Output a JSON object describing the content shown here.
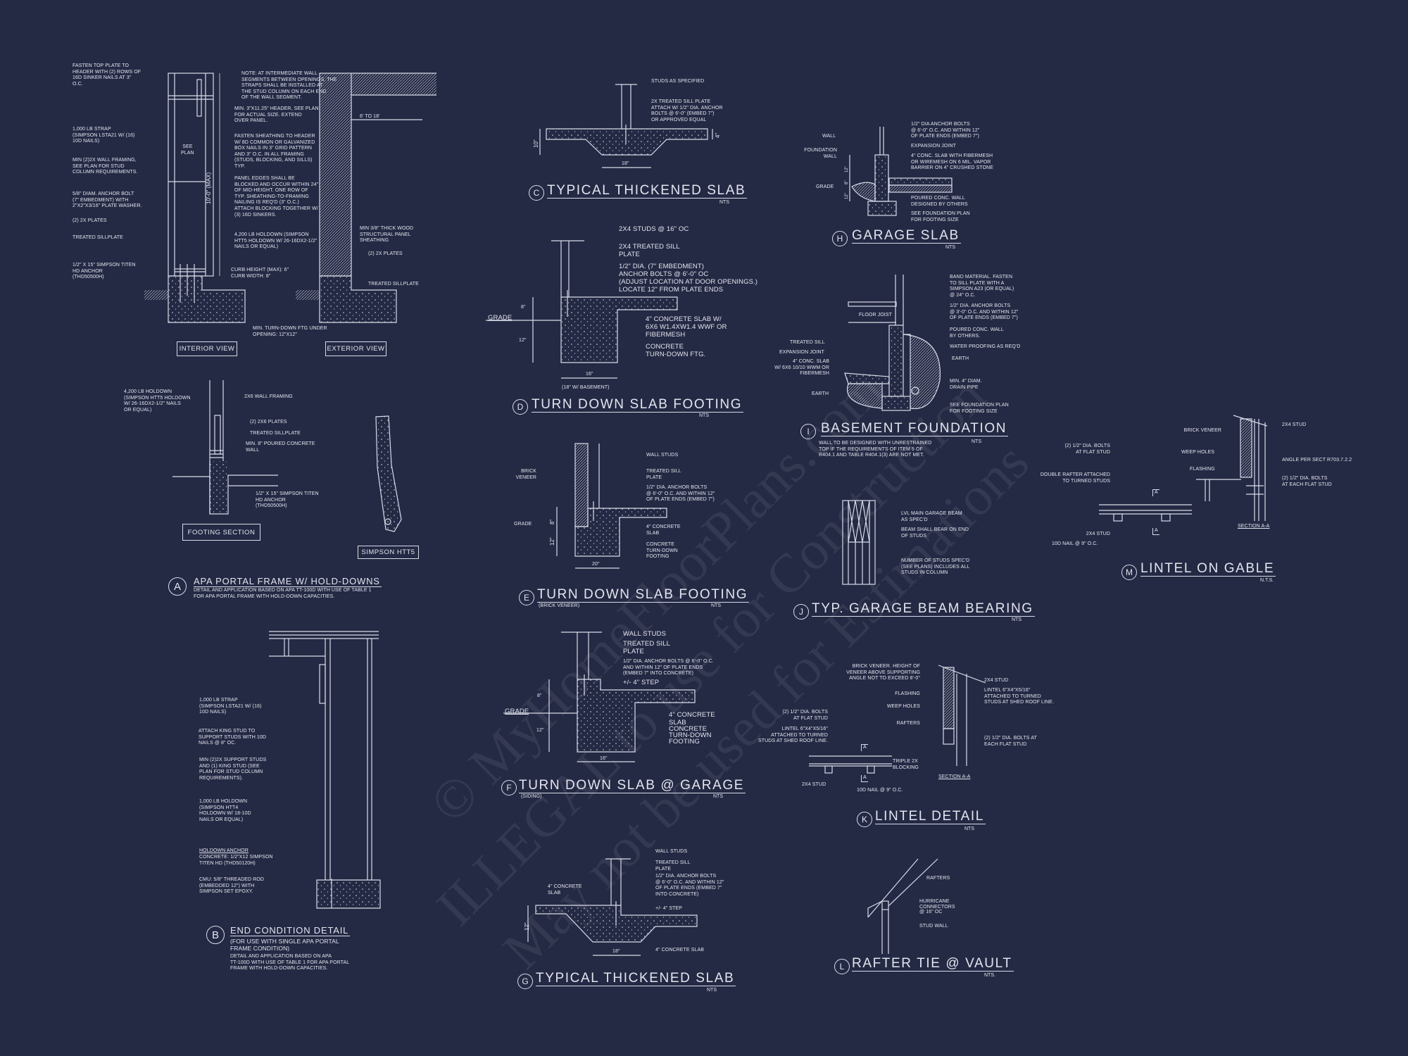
{
  "colors": {
    "background": "#252a44",
    "linework": "#d9dce8"
  },
  "watermark": [
    "© MyHomeFloorPlans.com",
    "ILLEGAL to use for Construction",
    "May not be used for Estimations"
  ],
  "sections": {
    "a": {
      "letter": "A",
      "title": "APA PORTAL FRAME W/ HOLD-DOWNS",
      "desc": "DETAIL AND APPLICATION BASED ON APA TT-100D WITH USE OF TABLE 1\nFOR APA PORTAL FRAME WITH HOLD-DOWN CAPACITIES.",
      "labels": [
        "FASTEN TOP PLATE TO\nHEADER WITH (2) ROWS OF\n16d SINKER NAILS AT 3\"\nO.C.",
        "NOTE: AT INTERMEDIATE WALL\nSEGMENTS BETWEEN OPENINGS, THE\nSTRAPS SHALL BE INSTALLED AT\nTHE STUD COLUMN ON EACH END\nOF THE WALL SEGMENT.",
        "MIN. 3\"x11.25\" HEADER, SEE PLAN\nFOR ACTUAL SIZE. EXTEND\nOVER PANEL.",
        "1,000 LB STRAP\n(SIMPSON LSTA21 W/ (16)\n10d NAILS)",
        "SEE\nPLAN",
        "MIN (2)2X WALL FRAMING,\nSEE PLAN FOR STUD\nCOLUMN REQUIREMENTS.",
        "FASTEN SHEATHING TO HEADER\nW/ 8d COMMON OR GALVANIZED\nBOX NAILS IN 3\" GRID PATTERN\nAND 3\" O.C. IN ALL FRAMING\n(STUDS, BLOCKING, AND SILLS)\nTYP.",
        "5/8\" DIAM. ANCHOR BOLT\n(7\" EMBEDMENT) WITH\n2\"x2\"x3/16\" PLATE WASHER.",
        "PANEL EDGES SHALL BE\nBLOCKED AND OCCUR WITHIN 24\"\nOF MID-HEIGHT. ONE ROW OF\nTYP. SHEATHING-TO-FRAMING\nNAILING IS REQ'D (3\" O.C.)\nATTACH BLOCKING TOGETHER W/\n(3) 16d SINKERS.",
        "6' TO 18'",
        "(2) 2x PLATES",
        "TREATED SILLPLATE",
        "4,200 LB HOLDOWN (SIMPSON\nHTT5 HOLDOWN W/ 26-16dx2-1/2\"\nNAILS OR EQUAL)",
        "MIN 3/8\" THICK WOOD\nSTRUCTURAL PANEL\nSHEATHING",
        "(2) 2x PLATES",
        "1/2\" x 15\" SIMPSON TITEN\nHD ANCHOR\n(THD50500H)",
        "CURB HEIGHT (MAX): 6\"\nCURB WIDTH: 8\"",
        "TREATED SILLPLATE",
        "MIN. TURN-DOWN FTG UNDER\nOPENING: 12\"x12\"",
        "4,200 LB HOLDOWN\n(SIMPSON HTT5 HOLDOWN\nW/ 26-16dx2-1/2\" NAILS\nOR EQUAL)",
        "2x6 WALL FRAMING",
        "(2) 2x6 PLATES",
        "TREATED SILLPLATE",
        "MIN. 8\" POURED CONCRETE\nWALL",
        "1/2\" x 15\" SIMPSON TITEN\nHD ANCHOR\n(THD50500H)"
      ],
      "dim": "10'-0\" (MAX)",
      "boxes": [
        "INTERIOR VIEW",
        "EXTERIOR VIEW",
        "FOOTING SECTION",
        "SIMPSON HTT5"
      ]
    },
    "b": {
      "letter": "B",
      "title": "END CONDITION DETAIL",
      "desc": "(FOR USE WITH SINGLE APA PORTAL\nFRAME CONDITION)",
      "desc2": "DETAIL AND APPLICATION BASED ON APA\nTT-100D WITH USE OF TABLE 1 FOR APA PORTAL\nFRAME WITH HOLD-DOWN CAPACITIES.",
      "labels": [
        "1,000 LB STRAP\n(SIMPSON LSTA21 W/ (16)\n10d NAILS)",
        "ATTACH KING STUD TO\nSUPPORT STUDS WITH 10d\nNAILS @ 8\" OC.",
        "MIN (2)2X SUPPORT STUDS\nAND (1) KING STUD (SEE\nPLAN FOR STUD COLUMN\nREQUIREMENTS).",
        "1,000 LB HOLDOWN\n(SIMPSON HTT4\nHOLDOWN W/ 18-10d\nNAILS OR EQUAL)",
        "HOLDOWN ANCHOR",
        "CONCRETE: 1/2\"x12 SIMPSON\nTITEN HD (THD50120H)",
        "CMU: 5/8\" THREADED ROD\n(EMBEDDED 12\") WITH\nSIMPSON SET EPOXY."
      ]
    },
    "c": {
      "letter": "C",
      "title": "TYPICAL THICKENED SLAB",
      "nts": "NTS",
      "labels": [
        "STUDS AS SPECIFIED",
        "2x TREATED SILL PLATE\nATTACH W/ 1/2\" dia. ANCHOR\nBOLTS @ 6'-0\" (EMBED 7\")\nOR APPROVED EQUAL"
      ],
      "dims": [
        "10\"",
        "4\"",
        "18\""
      ]
    },
    "d": {
      "letter": "D",
      "title": "TURN DOWN SLAB FOOTING",
      "nts": "NTS",
      "labels": [
        "2x4 STUDS @ 16\" OC",
        "2x4 TREATED SILL\nPLATE",
        "1/2\" DIA. (7\" EMBEDMENT)\nANCHOR BOLTS @ 6'-0\" OC\n(ADJUST LOCATION AT DOOR OPENINGS.)\nLOCATE 12\" FROM PLATE ENDS",
        "4\" CONCRETE SLAB W/\n6x6 W1.4xW1.4 WWF OR\nFIBERMESH",
        "CONCRETE\nTURN-DOWN FTG.",
        "GRADE"
      ],
      "dims": [
        "8\"",
        "12\"",
        "16\"",
        "(18\" w/ BASEMENT)"
      ]
    },
    "e": {
      "letter": "E",
      "title": "TURN DOWN SLAB FOOTING",
      "sub": "(BRICK VENEER)",
      "nts": "NTS",
      "labels": [
        "BRICK\nVENEER",
        "WALL STUDS",
        "TREATED SILL\nPLATE",
        "1/2\" DIA. ANCHOR BOLTS\n@ 6'-0\" O.C. AND WITHIN 12\"\nOF PLATE ENDS (EMBED 7\")",
        "GRADE",
        "4\" CONCRETE\nSLAB",
        "CONCRETE\nTURN-DOWN\nFOOTING"
      ],
      "dims": [
        "8\"",
        "12\"",
        "20\""
      ]
    },
    "f": {
      "letter": "F",
      "title": "TURN DOWN SLAB @ GARAGE",
      "sub": "(SIDING)",
      "nts": "NTS",
      "labels": [
        "WALL STUDS",
        "TREATED SILL\nPLATE",
        "1/2\" DIA. ANCHOR BOLTS @ 6'-0\" O.C.\nAND WITHIN 12\" OF PLATE ENDS\n(EMBED 7\" INTO CONCRETE)",
        "+/- 4\" STEP",
        "GRADE",
        "4\" CONCRETE\nSLAB",
        "CONCRETE\nTURN-DOWN\nFOOTING"
      ],
      "dims": [
        "8\"",
        "12\"",
        "16\""
      ]
    },
    "g": {
      "letter": "G",
      "title": "TYPICAL THICKENED SLAB",
      "nts": "NTS",
      "labels": [
        "WALL STUDS",
        "TREATED SILL\nPLATE",
        "1/2\" DIA. ANCHOR BOLTS\n@ 6'-0\" O.C. AND WITHIN 12\"\nOF PLATE ENDS (EMBED 7\"\nINTO CONCRETE)",
        "4\" CONCRETE\nSLAB",
        "+/- 4\" STEP",
        "4\" CONCRETE SLAB"
      ],
      "dims": [
        "12\"",
        "18\""
      ]
    },
    "h": {
      "letter": "H",
      "title": "GARAGE SLAB",
      "nts": "NTS",
      "labels": [
        "WALL",
        "FOUNDATION\nWALL",
        "GRADE",
        "1/2\" DIA ANCHOR BOLTS\n@ 6'-0\" O.C. AND WITHIN 12\"\nOF PLATE ENDS (EMBED 7\")",
        "EXPANSION JOINT",
        "4\" CONC. SLAB WITH FIBERMESH\nOR WIREMESH ON 6 MIL. VAPOR\nBARRIER ON 4\" CRUSHED STONE",
        "POURED CONC. WALL\nDESIGNED BY OTHERS",
        "SEE FOUNDATION PLAN\nFOR FOOTING SIZE"
      ],
      "dims": [
        "12\"",
        "8\"",
        "12\""
      ]
    },
    "i": {
      "letter": "I",
      "title": "BASEMENT FOUNDATION",
      "nts": "NTS",
      "note": "WALL TO BE DESIGNED WITH UNRESTRAINED\nTOP IF THE REQUIREMENTS OF ITEM 5 OF\nR404.1 AND TABLE R404.1(3) ARE NOT MET.",
      "labels": [
        "BAND MATERIAL. FASTEN\nTO SILL PLATE WITH A\nSIMPSON A23 (OR EQUAL)\n@ 24\" O.C.",
        "1/2\" DIA. ANCHOR BOLTS\n@ 3'-0\" O.C. AND WITHIN 12\"\nOF PLATE ENDS (EMBED 7\")",
        "POURED CONC. WALL\nBY OTHERS.",
        "WATER PROOFING AS REQ'D",
        "EARTH",
        "MIN. 4\" DIAM.\nDRAIN PIPE",
        "SEE FOUNDATION PLAN\nFOR FOOTING SIZE",
        "FLOOR JOIST",
        "TREATED SILL",
        "EXPANSION JOINT",
        "4\" CONC. SLAB\nw/ 6x6 10/10 WWM OR\nFIBERMESH",
        "EARTH"
      ]
    },
    "j": {
      "letter": "J",
      "title": "TYP. GARAGE BEAM BEARING",
      "nts": "NTS",
      "labels": [
        "LVL MAIN GARAGE BEAM\nAS SPEC'D",
        "BEAM SHALL BEAR ON END\nOF STUDS",
        "NUMBER OF STUDS SPEC'D\n(SEE PLANS) INCLUDES ALL\nSTUDS IN COLUMN"
      ]
    },
    "k": {
      "letter": "K",
      "title": "LINTEL DETAIL",
      "nts": "NTS",
      "labels": [
        "BRICK VENEER. HEIGHT OF\nVENEER ABOVE SUPPORTING\nANGLE NOT TO EXCEED 8'-0\"",
        "FLASHING",
        "WEEP HOLES",
        "RAFTERS",
        "2x4 STUD",
        "LINTEL 6\"x4\"x5/16\"\nATTACHED TO TURNED\nSTUDS AT SHED ROOF LINE.",
        "(2) 1/2\" DIA. BOLTS AT\nEACH FLAT STUD",
        "TRIPLE 2x\nBLOCKING",
        "SECTION A-A",
        "(2) 1/2\" DIA. BOLTS\nAT FLAT STUD",
        "LINTEL 6\"x4\"x5/16\"\nATTACHED TO TURNED\nSTUDS AT SHED ROOF LINE.",
        "2x4 STUD",
        "10d NAIL @ 9\" O.C.",
        "A",
        "A"
      ]
    },
    "l": {
      "letter": "L",
      "title": "RAFTER TIE @ VAULT",
      "nts": "NTS.",
      "labels": [
        "RAFTERS",
        "HURRICANE\nCONNECTORS\n@ 16\" OC",
        "STUD WALL"
      ]
    },
    "m": {
      "letter": "M",
      "title": "LINTEL ON GABLE",
      "nts": "N.T.S.",
      "labels": [
        "BRICK VENEER",
        "2x4 STUD",
        "(2) 1/2\" DIA. BOLTS\nAT FLAT STUD",
        "WEEP HOLES",
        "ANGLE PER SECT R703.7.2.2",
        "FLASHING",
        "DOUBLE RAFTER ATTACHED\nTO TURNED STUDS",
        "(2) 1/2\" DIA. BOLTS\nAT EACH FLAT STUD",
        "2x4 STUD",
        "10d NAIL @ 9\" O.C.",
        "SECTION A-A",
        "A",
        "A"
      ]
    }
  }
}
